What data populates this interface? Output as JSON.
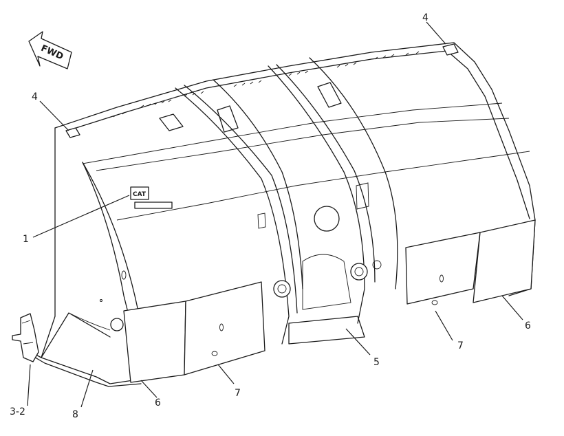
{
  "direction_label": "FWD",
  "brand_mark": "CAT",
  "plate_text": "",
  "callouts": [
    {
      "id": "c1",
      "text": "1"
    },
    {
      "id": "c32",
      "text": "3-2"
    },
    {
      "id": "c4a",
      "text": "4"
    },
    {
      "id": "c4b",
      "text": "4"
    },
    {
      "id": "c5",
      "text": "5"
    },
    {
      "id": "c6a",
      "text": "6"
    },
    {
      "id": "c6b",
      "text": "6"
    },
    {
      "id": "c7a",
      "text": "7"
    },
    {
      "id": "c7b",
      "text": "7"
    },
    {
      "id": "c8",
      "text": "8"
    }
  ]
}
